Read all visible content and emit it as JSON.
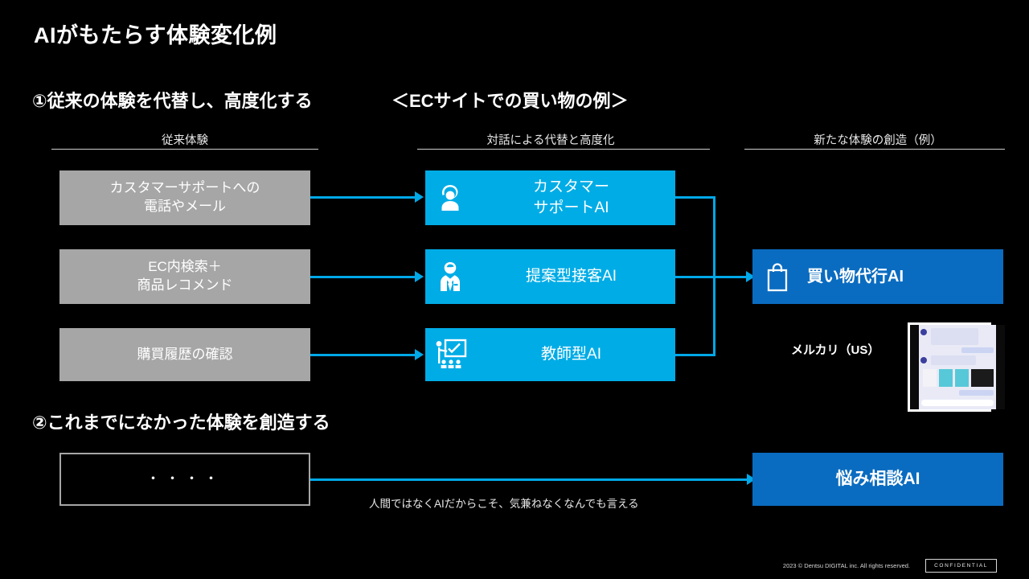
{
  "slide": {
    "title": "AIがもたらす体験変化例",
    "background_color": "#000000",
    "accent_cyan": "#00ace6",
    "accent_blue": "#0a6cc0",
    "gray_box": "#a6a6a6"
  },
  "section1": {
    "heading": "①従来の体験を代替し、高度化する",
    "subheading": "＜ECサイトでの買い物の例＞",
    "columns": [
      {
        "header": "従来体験"
      },
      {
        "header": "対話による代替と高度化"
      },
      {
        "header": "新たな体験の創造（例）"
      }
    ],
    "legacy_items": [
      {
        "line1": "カスタマーサポートへの",
        "line2": "電話やメール"
      },
      {
        "line1": "EC内検索＋",
        "line2": "商品レコメンド"
      },
      {
        "line1": "購買履歴の確認",
        "line2": ""
      }
    ],
    "ai_items": [
      {
        "icon": "headset-agent-icon",
        "line1": "カスタマー",
        "line2": "サポートAI"
      },
      {
        "icon": "salesperson-icon",
        "line1": "提案型接客AI",
        "line2": ""
      },
      {
        "icon": "teacher-board-icon",
        "line1": "教師型AI",
        "line2": ""
      }
    ],
    "new_experience": {
      "icon": "shopping-bag-icon",
      "label": "買い物代行AI"
    },
    "example": {
      "label": "メルカリ（US）",
      "thumbnail": "mercari-chat-screenshot"
    }
  },
  "section2": {
    "heading": "②これまでになかった体験を創造する",
    "placeholder_box": "・・・・",
    "caption": "人間ではなくAIだからこそ、気兼ねなくなんでも言える",
    "result": {
      "label": "悩み相談AI"
    }
  },
  "footer": {
    "copyright": "2023 © Dentsu DIGITAL inc. All rights reserved.",
    "badge": "CONFIDENTIAL"
  }
}
